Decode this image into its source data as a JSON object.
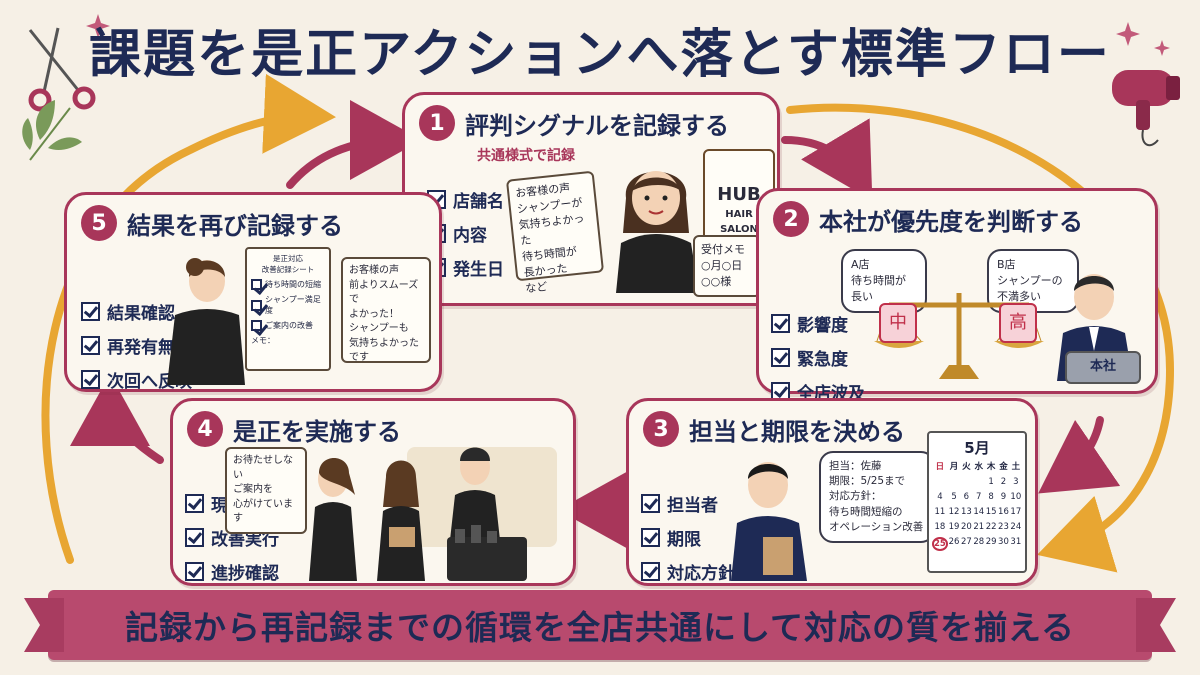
{
  "title": "課題を是正アクションへ落とす標準フロー",
  "steps": [
    {
      "num": "1",
      "title": "評判シグナルを記録する",
      "subtitle": "共通様式で記録",
      "checks": [
        "店舗名",
        "内容",
        "発生日"
      ],
      "clipboard_text": "お客様の声\nシャンプーが\n気持ちよかった\n待ち時間が\n長かった\nなど",
      "sign_main": "HUB",
      "sign_sub": "HAIR SALON",
      "memo_text": "受付メモ\n○月○日\n○○様"
    },
    {
      "num": "2",
      "title": "本社が優先度を判断する",
      "checks": [
        "影響度",
        "緊急度",
        "全店波及"
      ],
      "bubble_a": "A店\n待ち時間が\n長い",
      "bubble_b": "B店\nシャンプーの\n不満多い",
      "tag_mid": "中",
      "tag_high": "高",
      "laptop_label": "本社"
    },
    {
      "num": "3",
      "title": "担当と期限を決める",
      "checks": [
        "担当者",
        "期限",
        "対応方針"
      ],
      "bubble": "担当：佐藤\n期限：5/25まで\n対応方針：\n待ち時間短縮の\nオペレーション改善",
      "calendar_month": "5月",
      "calendar_head": [
        "日",
        "月",
        "火",
        "水",
        "木",
        "金",
        "土"
      ],
      "calendar_days": [
        "",
        "",
        "",
        "",
        "1",
        "2",
        "3",
        "4",
        "5",
        "6",
        "7",
        "8",
        "9",
        "10",
        "11",
        "12",
        "13",
        "14",
        "15",
        "16",
        "17",
        "18",
        "19",
        "20",
        "21",
        "22",
        "23",
        "24",
        "25",
        "26",
        "27",
        "28",
        "29",
        "30",
        "31"
      ],
      "calendar_mark": "25"
    },
    {
      "num": "4",
      "title": "是正を実施する",
      "checks": [
        "現場共有",
        "改善実行",
        "進捗確認"
      ],
      "poster": "お待たせしない\nご案内を\n心がけています"
    },
    {
      "num": "5",
      "title": "結果を再び記録する",
      "checks": [
        "結果確認",
        "再発有無",
        "次回へ反映"
      ],
      "clipboard_head": "是正対応\n改善記録シート",
      "clipboard_items": [
        "待ち時間の短縮",
        "シャンプー満足度",
        "ご案内の改善"
      ],
      "clipboard_memo": "メモ：",
      "notebook": "お客様の声\n前よりスムーズで\nよかった！\nシャンプーも\n気持ちよかったです"
    }
  ],
  "banner": "記録から再記録までの循環を全店共通にして対応の質を揃える",
  "colors": {
    "accent": "#a8365a",
    "navy": "#1e2a55",
    "arrow": "#e8a632",
    "background": "#f6f0e6"
  }
}
